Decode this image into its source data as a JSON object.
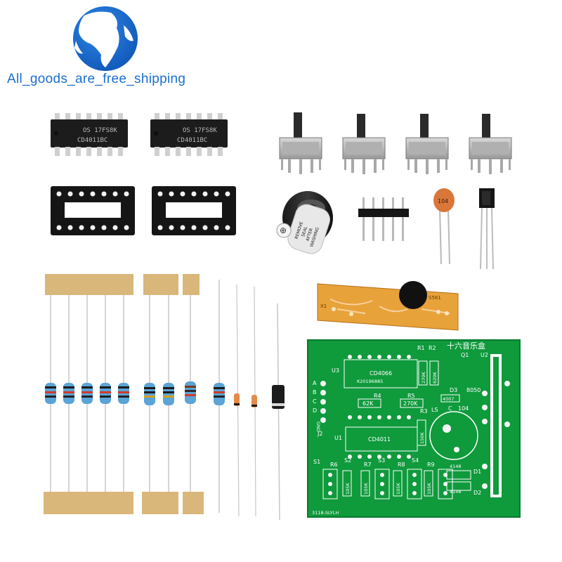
{
  "brand": {
    "text": "All_goods_are_free_shipping",
    "color": "#1a6fd1"
  },
  "chips": [
    {
      "line1": "OS 17FS8K",
      "line2": "CD4011BC"
    },
    {
      "line1": "OS 17FS8K",
      "line2": "CD4011BC"
    }
  ],
  "buzzer": {
    "lines": [
      "REMOVE",
      "SEAL",
      "AFTER",
      "WASHING"
    ],
    "plus": "⊕"
  },
  "capacitor": {
    "label": "104"
  },
  "small_pcb": {
    "left": "X1",
    "right": "S561"
  },
  "pcb": {
    "title": "十六音乐盒",
    "footer": "3118-SLYLH",
    "labels": {
      "r1": "R1",
      "r2": "R2",
      "q1": "Q1",
      "u2": "U2",
      "u3": "U3",
      "cd4066": "CD4066",
      "k20196885": "K20196885",
      "r4": "R4",
      "r5": "R5",
      "k62": "62K",
      "k270a": "270K",
      "k270b": "270K",
      "k620": "620K",
      "d3": "D3",
      "n8050": "8050",
      "n4007": "4007",
      "r3": "R3",
      "ls": "LS",
      "c": "C",
      "c104": "104",
      "abcd_a": "A",
      "abcd_b": "B",
      "abcd_c": "C",
      "abcd_d": "D",
      "gnd": "GND",
      "j2": "J2",
      "u1": "U1",
      "cd4011": "CD4011",
      "k150": "150K",
      "s1": "S1",
      "s2": "S2",
      "s3": "S3",
      "s4": "S4",
      "r6": "R6",
      "r7": "R7",
      "r8": "R8",
      "r9": "R9",
      "k105a": "105K",
      "k105b": "105K",
      "k105c": "105K",
      "k105d": "105K",
      "n4148a": "4148",
      "n4148b": "4148",
      "d1": "D1",
      "d2": "D2"
    }
  },
  "colors": {
    "pcb_green": "#0f9a3c",
    "pcb_dark": "#0a7a2e",
    "tape": "#d9b77a",
    "resistor_body": "#5aa4d6",
    "chip": "#1c1c1c",
    "small_pcb": "#e8a23a",
    "capacitor": "#d9773a"
  }
}
